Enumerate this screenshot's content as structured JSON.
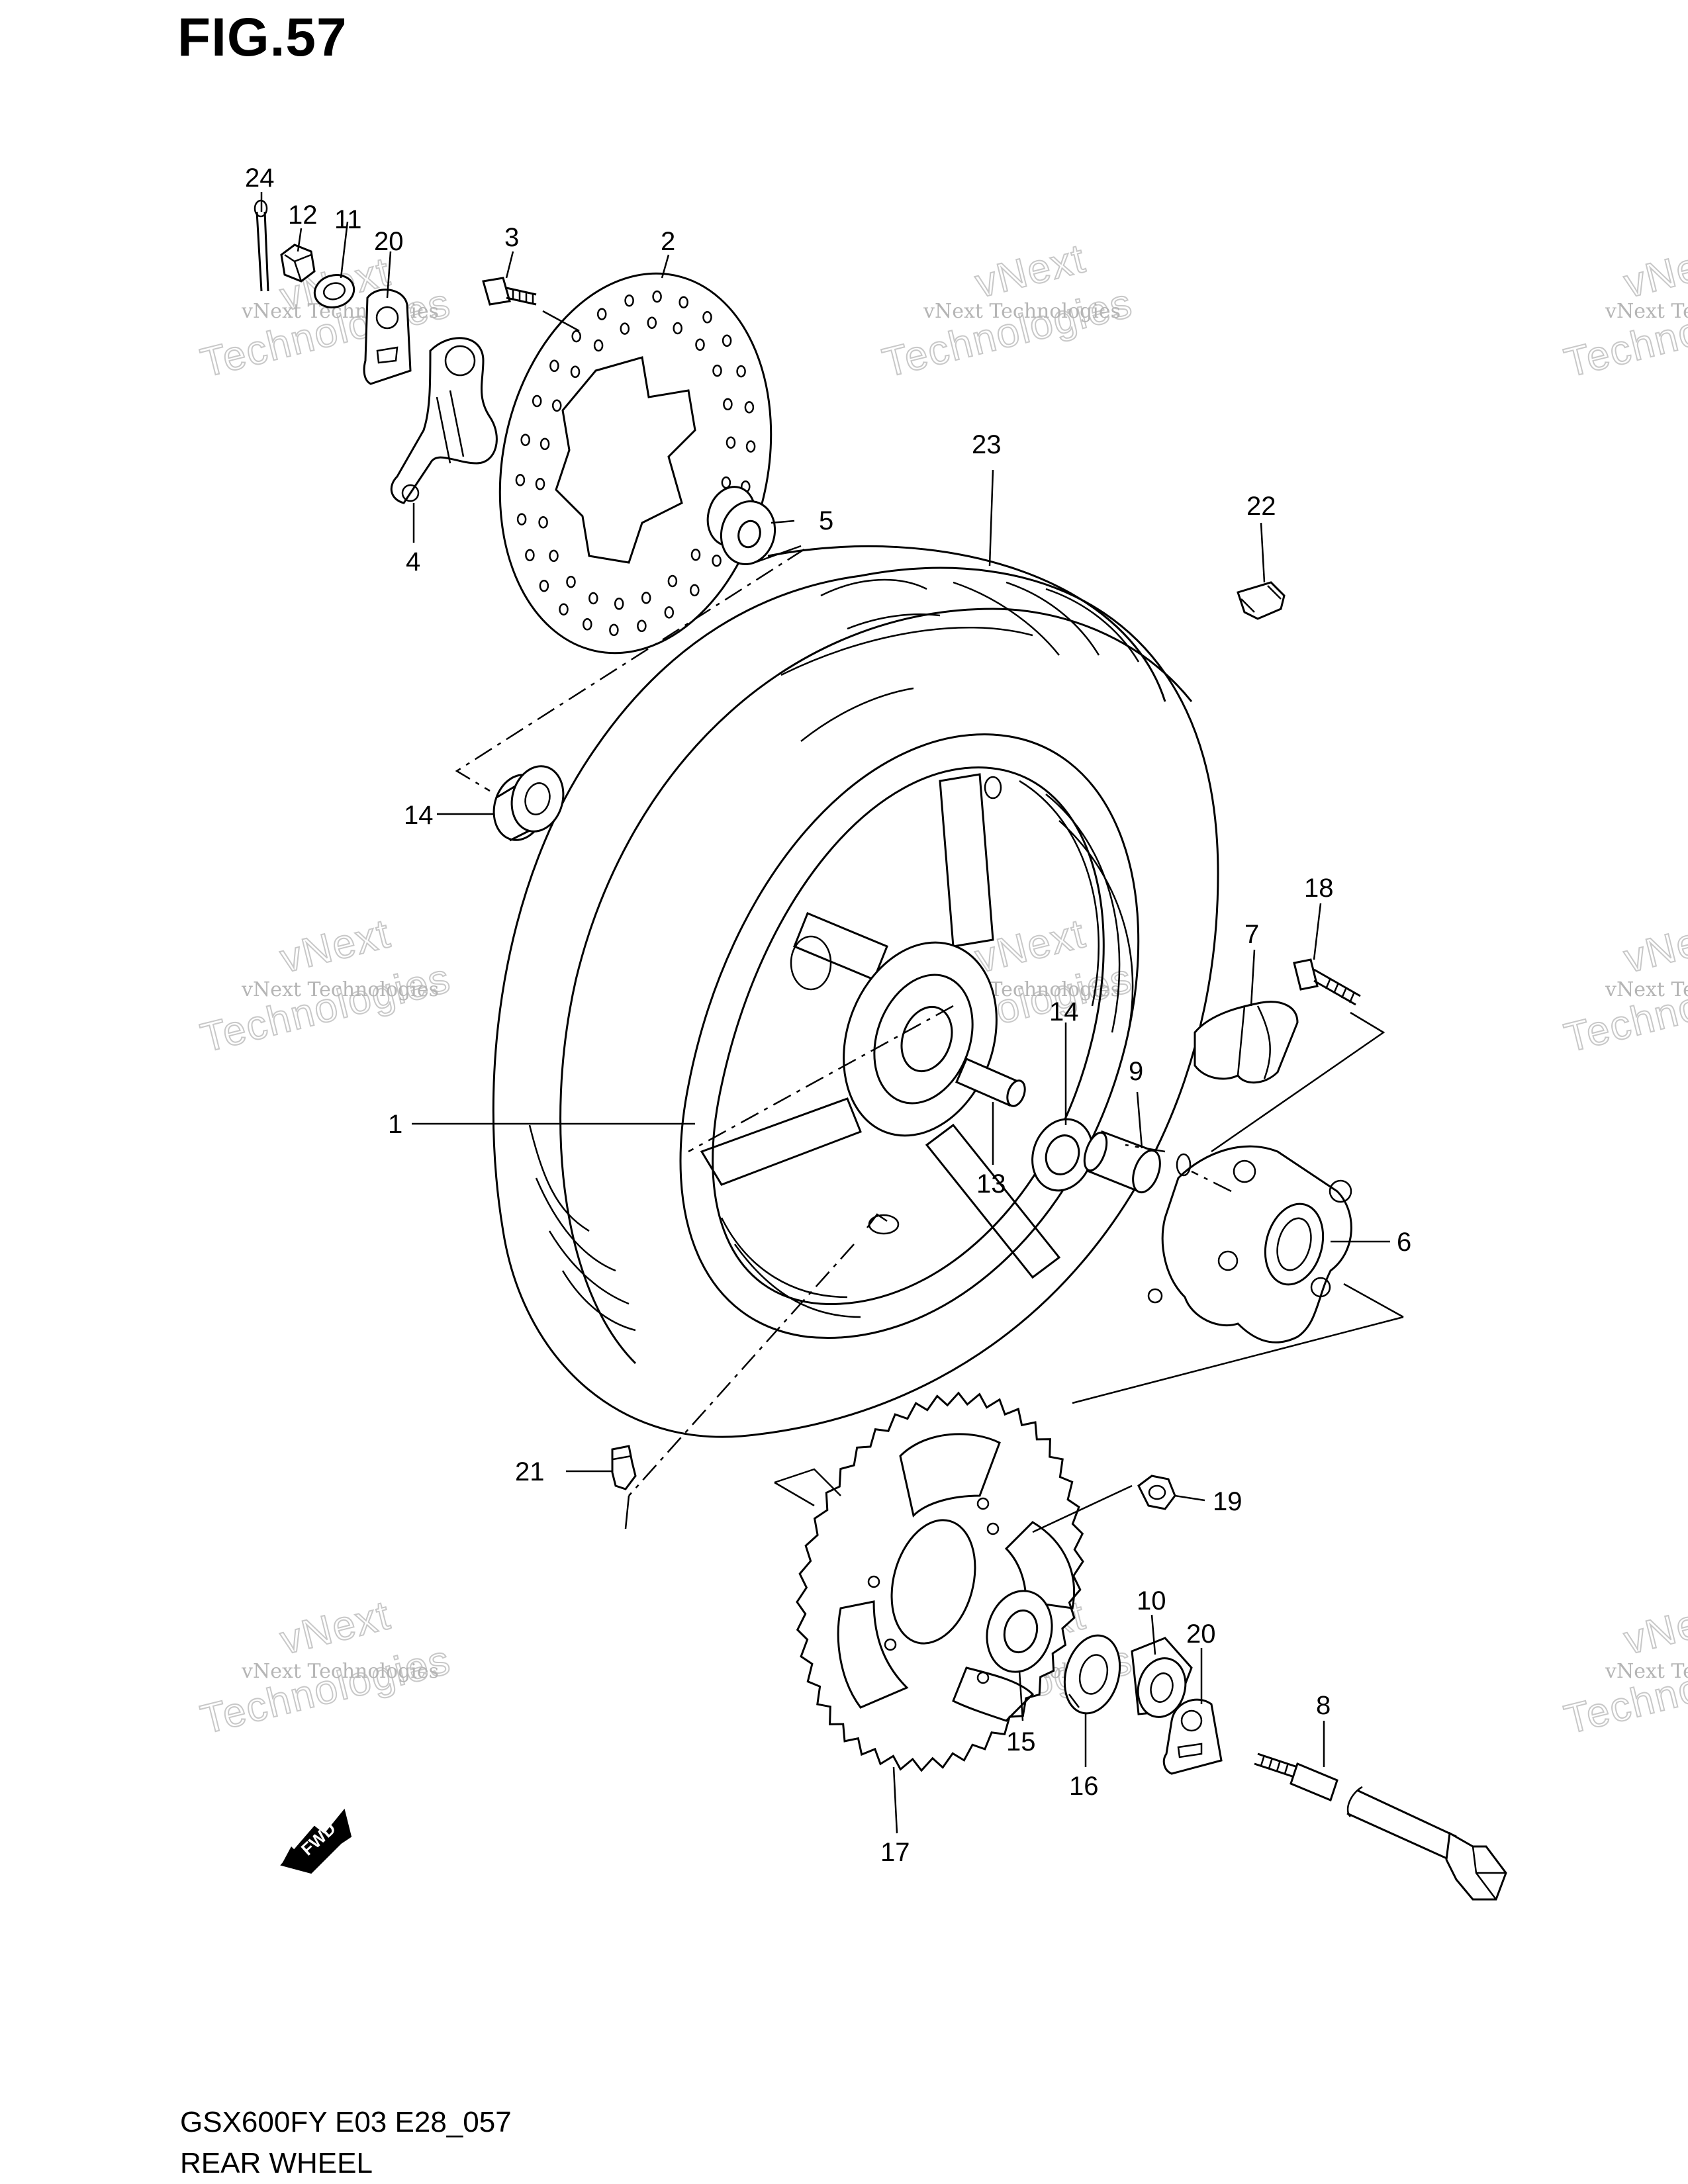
{
  "figure": {
    "title": "FIG.57",
    "code": "GSX600FY E03 E28_057",
    "name": "REAR WHEEL"
  },
  "watermark": {
    "line1": "vNext Technologies",
    "line2": "Technologies",
    "line3": "vNext"
  },
  "orientation_badge": "FWD",
  "callouts": [
    "1",
    "2",
    "3",
    "4",
    "5",
    "6",
    "7",
    "8",
    "9",
    "10",
    "11",
    "12",
    "13",
    "14",
    "15",
    "16",
    "17",
    "18",
    "19",
    "20",
    "20",
    "21",
    "22",
    "23",
    "24"
  ]
}
